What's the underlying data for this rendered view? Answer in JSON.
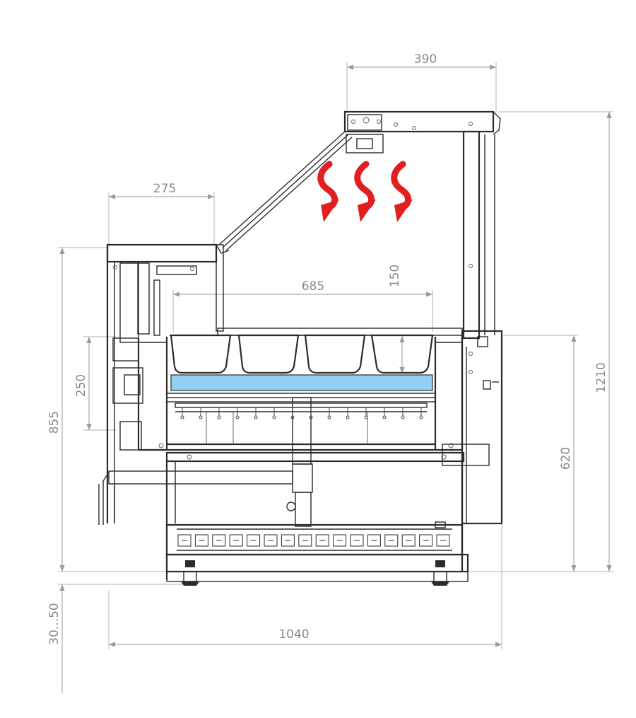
{
  "dimensions": {
    "top_width": "390",
    "upper_shelf": "275",
    "inner_width": "685",
    "pan_height": "150",
    "tank_depth": "250",
    "counter_height": "855",
    "total_height": "1210",
    "lower_height": "620",
    "feet": "30...50",
    "overall_width": "1040"
  },
  "colors": {
    "line": "#2b2b2b",
    "dimension": "#9a9a9a",
    "water": "#8fd0f3",
    "heat": "#e02020"
  },
  "icons": [
    "heat-wave-icon"
  ]
}
